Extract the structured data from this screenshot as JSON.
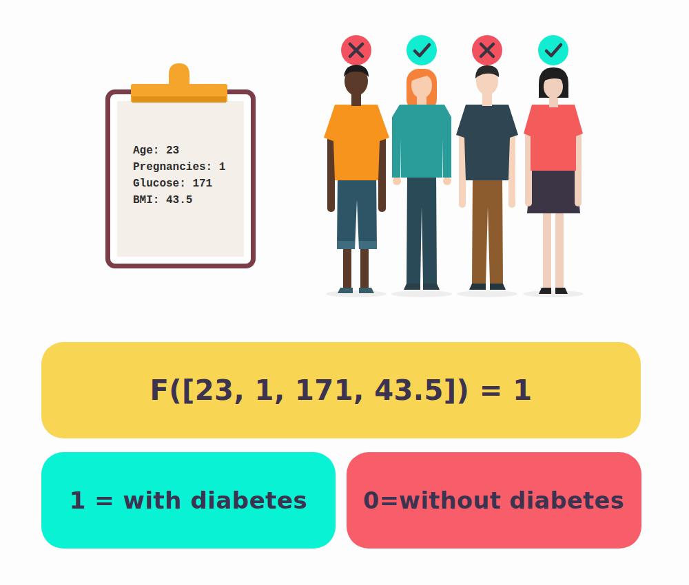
{
  "diagram": {
    "nodes": [
      {
        "text": [
          "Age: 23",
          "Pregnancies: 1",
          "Glucose: 171",
          "BMI: 43.5"
        ]
      },
      {
        "text": [
          "F([23, 1, 171, 43.5]) = 1"
        ]
      },
      {
        "text": [
          "1 = with diabetes"
        ]
      },
      {
        "text": [
          "0=without diabetes"
        ]
      }
    ]
  }
}
